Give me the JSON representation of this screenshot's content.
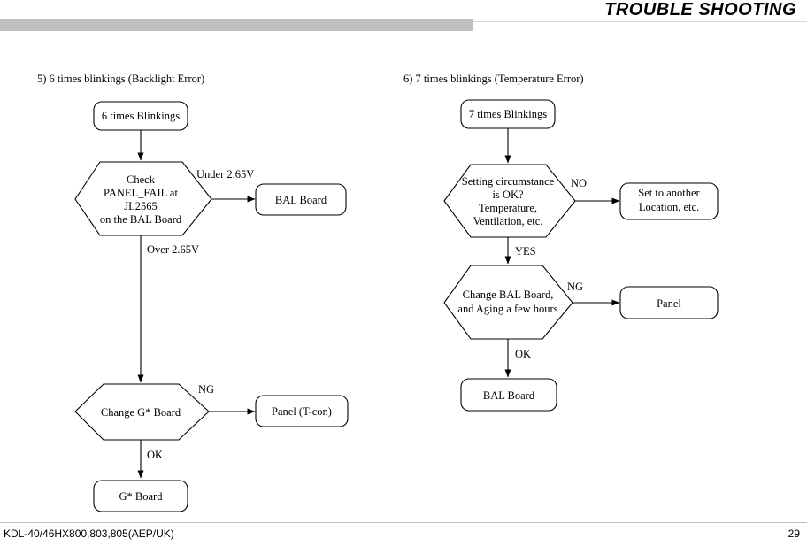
{
  "header": {
    "title": "TROUBLE SHOOTING",
    "bar_color": "#c0c0c0",
    "rule_color": "#d9d9d9"
  },
  "footer": {
    "doc_id": "KDL-40/46HX800,803,805(AEP/UK)",
    "page_number": "29"
  },
  "sections": {
    "left": {
      "title": "5) 6 times blinkings (Backlight Error)"
    },
    "right": {
      "title": "6) 7 times blinkings (Temperature Error)"
    }
  },
  "flowchart_left": {
    "nodes": {
      "start": {
        "shape": "rounded-rect",
        "lines": [
          "6 times Blinkings"
        ]
      },
      "check_panel_fail": {
        "shape": "hexagon",
        "lines": [
          "Check",
          "PANEL_FAIL at",
          "JL2565",
          "on the BAL Board"
        ]
      },
      "bal_board": {
        "shape": "rounded-rect",
        "lines": [
          "BAL Board"
        ]
      },
      "change_g_board": {
        "shape": "hexagon",
        "lines": [
          "Change G* Board"
        ]
      },
      "panel_tcon": {
        "shape": "rounded-rect",
        "lines": [
          "Panel (T-con)"
        ]
      },
      "g_board": {
        "shape": "rounded-rect",
        "lines": [
          "G* Board"
        ]
      }
    },
    "edges": [
      {
        "from": "start",
        "to": "check_panel_fail",
        "label": ""
      },
      {
        "from": "check_panel_fail",
        "to": "bal_board",
        "label": "Under 2.65V"
      },
      {
        "from": "check_panel_fail",
        "to": "change_g_board",
        "label": "Over 2.65V"
      },
      {
        "from": "change_g_board",
        "to": "panel_tcon",
        "label": "NG"
      },
      {
        "from": "change_g_board",
        "to": "g_board",
        "label": "OK"
      }
    ]
  },
  "flowchart_right": {
    "nodes": {
      "start": {
        "shape": "rounded-rect",
        "lines": [
          "7 times Blinkings"
        ]
      },
      "setting_circumstance": {
        "shape": "hexagon",
        "lines": [
          "Setting circumstance",
          "is OK?",
          "Temperature,",
          "Ventilation, etc."
        ]
      },
      "set_another_location": {
        "shape": "rounded-rect",
        "lines": [
          "Set to another",
          "Location, etc."
        ]
      },
      "change_bal_board": {
        "shape": "hexagon",
        "lines": [
          "Change BAL Board,",
          "and Aging a few hours"
        ]
      },
      "panel": {
        "shape": "rounded-rect",
        "lines": [
          "Panel"
        ]
      },
      "bal_board": {
        "shape": "rounded-rect",
        "lines": [
          "BAL Board"
        ]
      }
    },
    "edges": [
      {
        "from": "start",
        "to": "setting_circumstance",
        "label": ""
      },
      {
        "from": "setting_circumstance",
        "to": "set_another_location",
        "label": "NO"
      },
      {
        "from": "setting_circumstance",
        "to": "change_bal_board",
        "label": "YES"
      },
      {
        "from": "change_bal_board",
        "to": "panel",
        "label": "NG"
      },
      {
        "from": "change_bal_board",
        "to": "bal_board",
        "label": "OK"
      }
    ]
  }
}
